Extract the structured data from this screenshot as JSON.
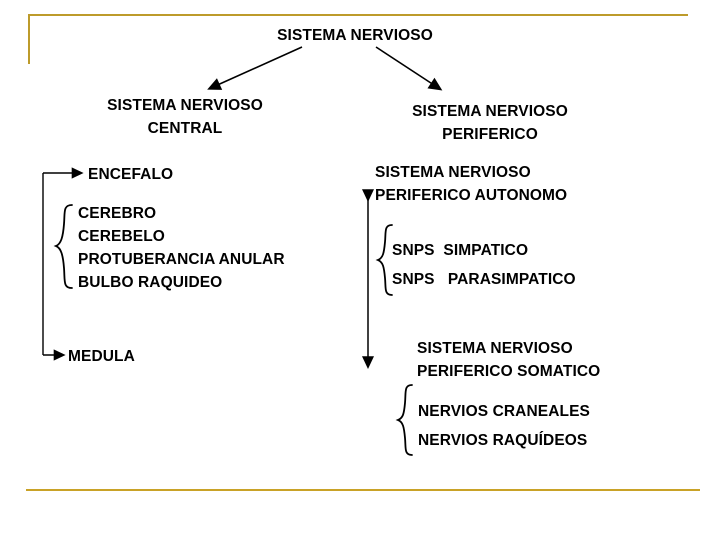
{
  "slide": {
    "title": "SISTEMA NERVIOSO",
    "accent_color": "#bd9b2b",
    "background_color": "#ffffff",
    "text_color": "#000000"
  },
  "branches": {
    "central": {
      "heading": "SISTEMA NERVIOSO\nCENTRAL",
      "parts": [
        {
          "label": "ENCEFALO",
          "items": "CEREBRO\nCEREBELO\nPROTUBERANCIA ANULAR\nBULBO RAQUIDEO"
        },
        {
          "label": "MEDULA"
        }
      ]
    },
    "peripheral": {
      "heading": "SISTEMA NERVIOSO\nPERIFERICO",
      "parts": [
        {
          "label": "SISTEMA NERVIOSO\nPERIFERICO AUTONOMO",
          "items": "SNPS  SIMPATICO\nSNPS   PARASIMPATICO"
        },
        {
          "label": "SISTEMA NERVIOSO\nPERIFERICO SOMATICO",
          "items": "NERVIOS CRANEALES\nNERVIOS RAQUÍDEOS"
        }
      ]
    }
  },
  "connectors": {
    "title_to_central": "arrow-down-left",
    "title_to_peripheral": "arrow-down-right",
    "central_spine": "double-arrow-vertical",
    "peripheral_spine": "double-arrow-vertical",
    "encefalo_brace": "curly-brace",
    "autonomo_brace": "curly-brace",
    "somatico_brace": "curly-brace"
  }
}
